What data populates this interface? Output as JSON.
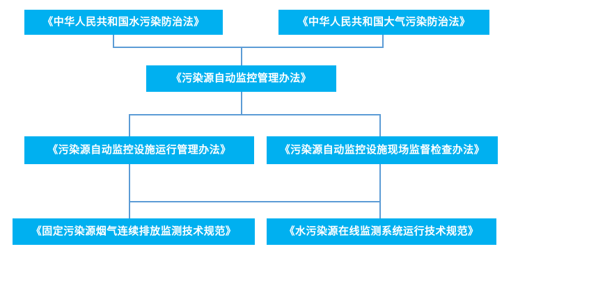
{
  "diagram": {
    "nodes": {
      "water_law": "《中华人民共和国水污染防治法》",
      "air_law": "《中华人民共和国大气污染防治法》",
      "auto_monitoring_measures": "《污染源自动监控管理办法》",
      "facility_operation_measures": "《污染源自动监控设施运行管理办法》",
      "onsite_inspection_measures": "《污染源自动监控设施现场监督检查办法》",
      "flue_gas_spec": "《固定污染源烟气连续排放监测技术规范》",
      "water_online_spec": "《水污染源在线监测系统运行技术规范》"
    },
    "colors": {
      "box_fill": "#00b0f0",
      "box_text": "#ffffff",
      "connector": "#5b9bd5",
      "background": "#ffffff"
    }
  }
}
